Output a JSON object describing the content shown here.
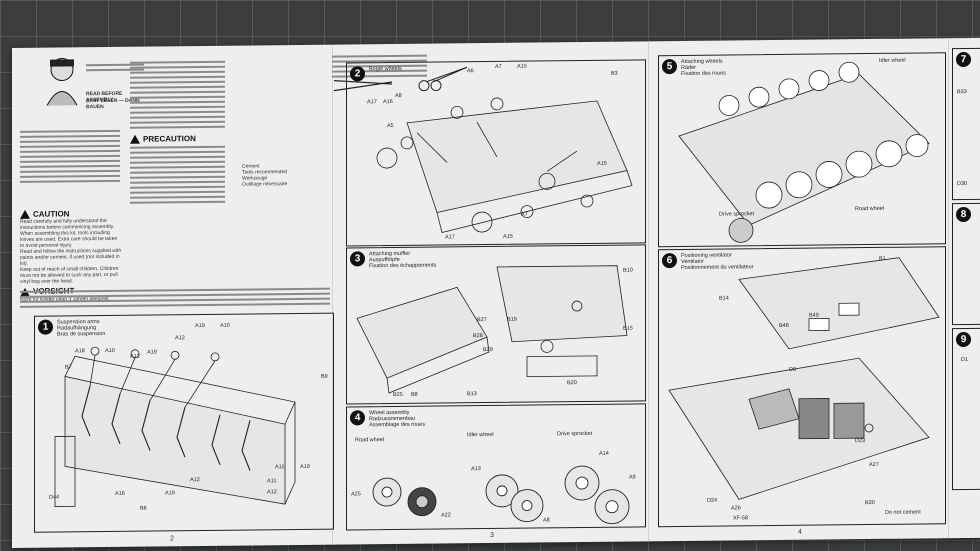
{
  "page2": {
    "number": "2",
    "warning_english": "READ BEFORE ASSEMBLY",
    "warning_german": "ERST LESEN — DANN BAUEN",
    "caution_title": "CAUTION",
    "caution_items": [
      "Read carefully and fully understand the instructions before commencing assembly.",
      "When assembling this kit, tools including knives are used. Extra care should be taken to avoid personal injury.",
      "Read and follow the instructions supplied with paints and/or cement, if used (not included in kit).",
      "Keep out of reach of small children. Children must not be allowed to suck any part, or pull vinyl bag over the head."
    ],
    "vorsicht_title": "VORSICHT",
    "vorsicht_text": "Nicht für Kinder unter 3 Jahren geeignet.",
    "precaution_title": "PRECAUTION",
    "step1": {
      "num": "1",
      "title": "Suspension arms",
      "title_de": "Radaufhängung",
      "title_fr": "Bras de suspension",
      "labels": [
        "A19",
        "A10",
        "A12",
        "B7",
        "A18",
        "A10",
        "A19",
        "A12",
        "B9",
        "A11",
        "A19",
        "A12",
        "A19",
        "B6",
        "D44",
        "A16",
        "A12",
        "A11"
      ]
    }
  },
  "page3": {
    "number": "3",
    "tools_cement": "Cement",
    "tools_list": [
      "Tools recommended",
      "Werkzeuge",
      "Outillage nécessaire"
    ],
    "step2": {
      "num": "2",
      "title": "Bogie wheels",
      "labels": [
        "A6",
        "A7",
        "A15",
        "A8",
        "B3",
        "A17",
        "A16",
        "A5",
        "A15",
        "A7",
        "A17",
        "A15"
      ]
    },
    "step3": {
      "num": "3",
      "title": "Attaching muffler",
      "title_de": "Auspufftöpfe",
      "title_fr": "Fixation des échappements",
      "labels": [
        "B10",
        "B27",
        "B28",
        "B29",
        "B25",
        "B8",
        "B13",
        "B15",
        "B19",
        "B20"
      ]
    },
    "step4": {
      "num": "4",
      "title": "Wheel assembly",
      "title_de": "Radzusammenbau",
      "title_fr": "Assemblage des roues",
      "labels": [
        "A25",
        "A22",
        "A13",
        "A14",
        "A9",
        "A8"
      ],
      "sub_road": "Road wheel",
      "sub_idler": "Idler wheel",
      "sub_sprocket": "Drive sprocket"
    }
  },
  "page4": {
    "number": "4",
    "step5": {
      "num": "5",
      "title": "Attaching wheels",
      "title_de": "Räder",
      "title_fr": "Fixation des roues",
      "labels": [
        "Road wheel",
        "Drive sprocket",
        "Idler wheel"
      ]
    },
    "step6": {
      "num": "6",
      "title": "Positioning ventilator",
      "title_de": "Ventilator",
      "title_fr": "Positionnement du ventilateur",
      "labels": [
        "B1",
        "B48",
        "B14",
        "D23",
        "A27",
        "B30",
        "D8",
        "D24",
        "A26",
        "XF-58",
        "B49"
      ],
      "do_not_cement": "Do not cement"
    }
  },
  "page5": {
    "step7": {
      "num": "7",
      "title": "Attaching hull top",
      "labels": [
        "B33",
        "D30"
      ]
    },
    "step8": {
      "num": "8"
    },
    "step9": {
      "num": "9",
      "labels": [
        "D1"
      ]
    }
  }
}
